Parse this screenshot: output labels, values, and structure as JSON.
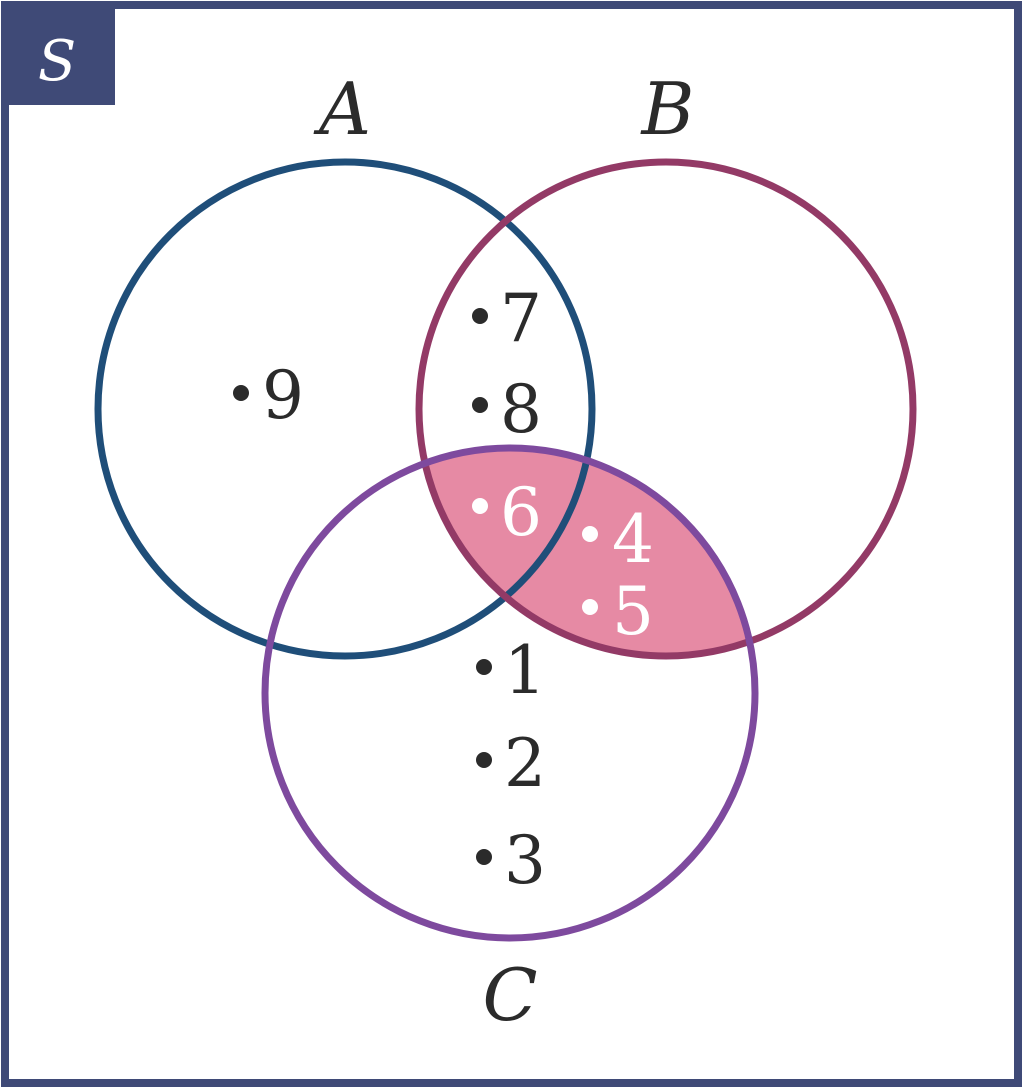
{
  "universe": {
    "label": "S"
  },
  "sets": [
    {
      "name": "A",
      "color": "#1f4e79"
    },
    {
      "name": "B",
      "color": "#933a66"
    },
    {
      "name": "C",
      "color": "#7e4a9e"
    }
  ],
  "shaded_region": {
    "description": "B ∩ C",
    "color": "#e68aa4"
  },
  "elements": [
    {
      "value": "9",
      "region": "A only"
    },
    {
      "value": "7",
      "region": "A ∩ B"
    },
    {
      "value": "8",
      "region": "A ∩ B"
    },
    {
      "value": "6",
      "region": "A ∩ B ∩ C"
    },
    {
      "value": "4",
      "region": "B ∩ C"
    },
    {
      "value": "5",
      "region": "B ∩ C"
    },
    {
      "value": "1",
      "region": "C only"
    },
    {
      "value": "2",
      "region": "C only"
    },
    {
      "value": "3",
      "region": "C only"
    }
  ],
  "colors": {
    "frame": "#3f4a77",
    "text": "#2b2b2b",
    "shaded_text": "#ffffff"
  }
}
